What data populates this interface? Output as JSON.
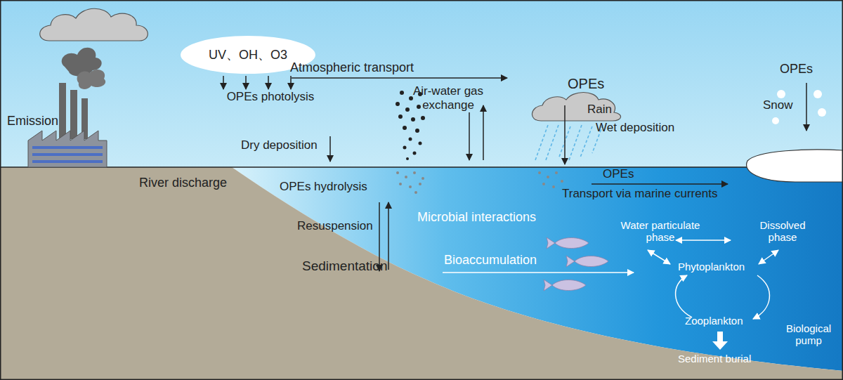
{
  "diagram": {
    "nodes": [
      {
        "text": [
          "UV、OH、O3"
        ]
      }
    ],
    "labels": [
      "Emission",
      "Atmospheric transport",
      "OPEs photolysis",
      "Air-water gas exchange",
      "OPEs",
      "Rain",
      "Wet deposition",
      "OPEs",
      "Snow",
      "Dry deposition",
      "River discharge",
      "OPEs hydrolysis",
      "Microbial interactions",
      "Resuspension",
      "Sedimentation",
      "OPEs",
      "Transport via marine currents",
      "Bioaccumulation",
      "Water particulate phase",
      "Dissolved phase",
      "Phytoplankton",
      "Zooplankton",
      "Biological pump",
      "Sediment burial"
    ]
  }
}
